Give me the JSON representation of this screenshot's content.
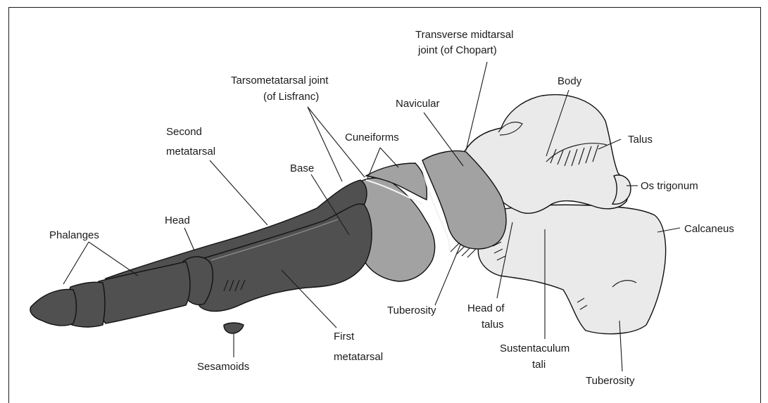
{
  "labels": {
    "transverse_midtarsal_1": "Transverse midtarsal",
    "transverse_midtarsal_2": "joint (of Chopart)",
    "tarsometatarsal_1": "Tarsometatarsal joint",
    "tarsometatarsal_2": "(of Lisfranc)",
    "body": "Body",
    "navicular": "Navicular",
    "second_metatarsal_1": "Second",
    "second_metatarsal_2": "metatarsal",
    "cuneiforms": "Cuneiforms",
    "talus": "Talus",
    "base": "Base",
    "os_trigonum": "Os trigonum",
    "head": "Head",
    "phalanges": "Phalanges",
    "calcaneus": "Calcaneus",
    "tuberosity_navicular": "Tuberosity",
    "head_of_talus_1": "Head of",
    "head_of_talus_2": "talus",
    "first_metatarsal_1": "First",
    "first_metatarsal_2": "metatarsal",
    "sesamoids": "Sesamoids",
    "sustentaculum_1": "Sustentaculum",
    "sustentaculum_2": "tali",
    "tuberosity_calcaneus": "Tuberosity"
  },
  "colors": {
    "forefoot_bones": "#505050",
    "midfoot_bones": "#a2a2a2",
    "hindfoot_bones": "#eaeaea",
    "line": "#1a1a1a"
  }
}
